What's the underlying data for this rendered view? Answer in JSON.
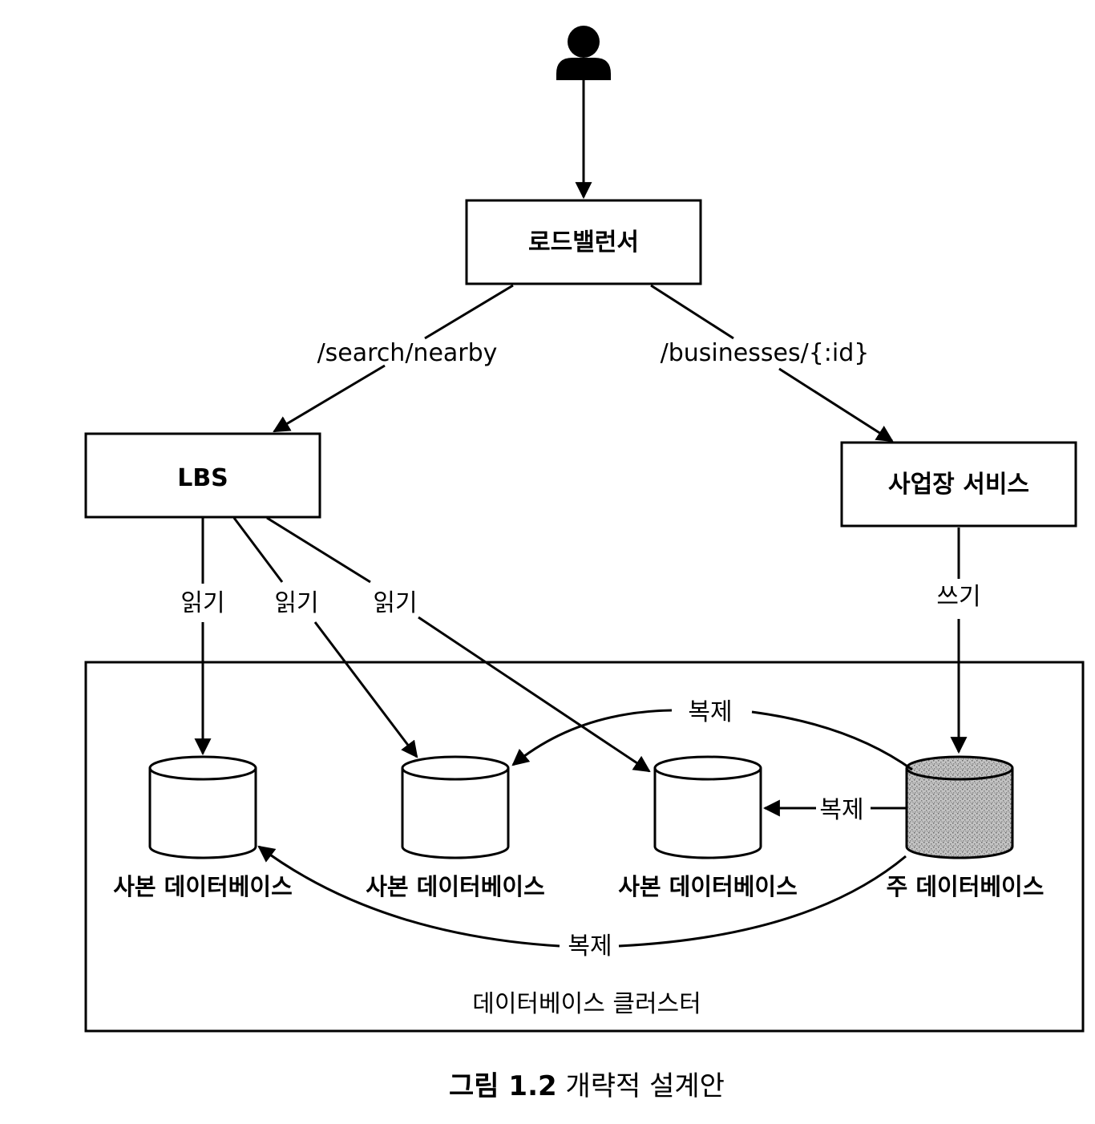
{
  "nodes": {
    "user": {
      "icon": "user-icon"
    },
    "load_balancer": "로드밸런서",
    "lbs": "LBS",
    "business_service": "사업장 서비스",
    "replica_db_1": "사본 데이터베이스",
    "replica_db_2": "사본 데이터베이스",
    "replica_db_3": "사본 데이터베이스",
    "primary_db": "주 데이터베이스",
    "cluster": "데이터베이스 클러스터"
  },
  "edges": {
    "search": "/search/nearby",
    "businesses": "/businesses/{:id}",
    "read_1": "읽기",
    "read_2": "읽기",
    "read_3": "읽기",
    "write": "쓰기",
    "replicate_1": "복제",
    "replicate_2": "복제",
    "replicate_3": "복제"
  },
  "caption": {
    "prefix": "그림 1.2",
    "title": "개략적 설계안"
  },
  "colors": {
    "primary_db_fill": "#b8b8b8",
    "stroke": "#000000",
    "background": "#ffffff"
  }
}
